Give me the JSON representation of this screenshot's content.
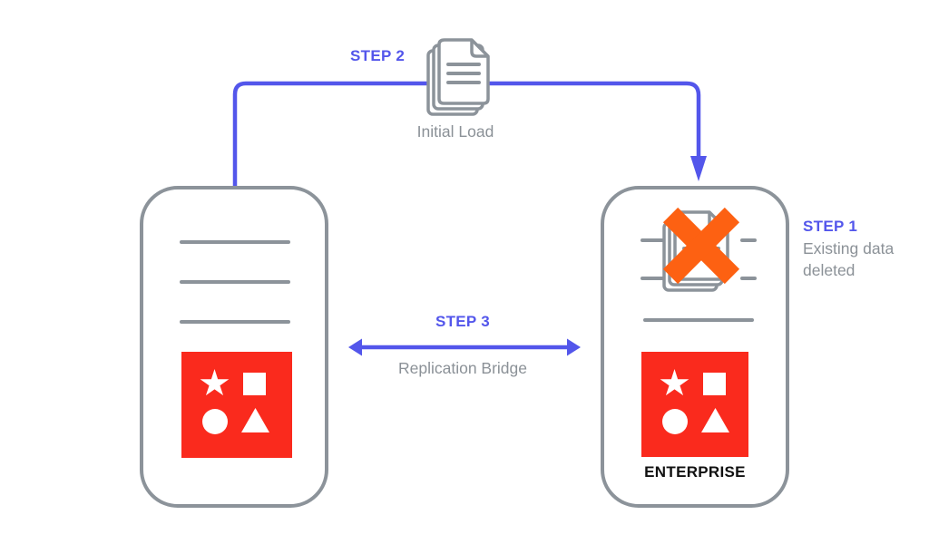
{
  "colors": {
    "accent_blue": "#5356eb",
    "outline_gray": "#8c939a",
    "text_gray": "#8b9197",
    "logo_red": "#fa2a1d",
    "delete_orange": "#fd6112",
    "label_black": "#111111",
    "background_white": "#ffffff"
  },
  "steps": {
    "step1": {
      "label": "STEP 1",
      "description": "Existing data deleted"
    },
    "step2": {
      "label": "STEP 2",
      "description": "Initial Load"
    },
    "step3": {
      "label": "STEP 3",
      "description": "Replication Bridge"
    }
  },
  "servers": {
    "source": {
      "role": "source database server"
    },
    "target": {
      "role": "enterprise database server",
      "label": "ENTERPRISE"
    }
  },
  "icons": {
    "document_stack": "document-stack-icon",
    "deleted_documents": "deleted-documents-cross-icon",
    "logo_shapes": [
      "star-icon",
      "square-icon",
      "circle-icon",
      "triangle-icon"
    ]
  }
}
